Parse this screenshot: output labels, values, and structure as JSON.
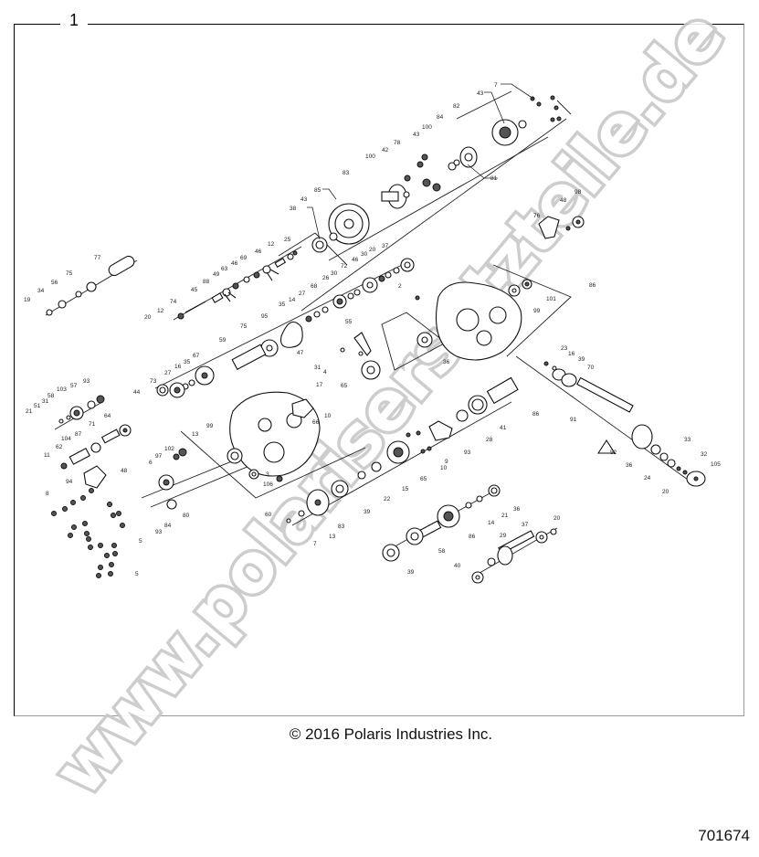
{
  "figure": {
    "number": "1",
    "copyright": "© 2016 Polaris Industries Inc.",
    "document_number": "701674",
    "watermark": "www.polarisersatzteile.de"
  },
  "colors": {
    "line": "#111111",
    "frame": "#000000",
    "watermark_outline": "#c8c8c8",
    "background": "#ffffff"
  },
  "callouts": {
    "top_assembly": [
      "7",
      "43",
      "82",
      "84",
      "100",
      "43",
      "78",
      "42",
      "100",
      "83",
      "81",
      "85",
      "43",
      "38"
    ],
    "shift_fork_group": [
      "25",
      "12",
      "46",
      "69",
      "46",
      "63",
      "49",
      "88",
      "45",
      "74",
      "12",
      "20"
    ],
    "left_shaft": [
      "77",
      "75",
      "56",
      "34",
      "19"
    ],
    "gear_row": [
      "37",
      "20",
      "30",
      "46",
      "72",
      "30",
      "26",
      "68",
      "27",
      "14",
      "35",
      "95",
      "75",
      "59",
      "67",
      "35",
      "16",
      "27",
      "73",
      "44"
    ],
    "right_housing": [
      "76",
      "48",
      "98",
      "2",
      "101",
      "99",
      "86",
      "36"
    ],
    "mid_parts": [
      "55",
      "47",
      "31",
      "4",
      "65"
    ],
    "left_lower_group": [
      "93",
      "57",
      "103",
      "58",
      "31",
      "51",
      "21",
      "64",
      "71",
      "87",
      "104",
      "62",
      "11",
      "48",
      "94",
      "8"
    ],
    "main_housing": [
      "17",
      "10",
      "66",
      "99",
      "13",
      "102",
      "97",
      "6",
      "3",
      "106",
      "60",
      "80",
      "84",
      "93",
      "5",
      "5"
    ],
    "output_shaft_right": [
      "23",
      "16",
      "39",
      "70",
      "91",
      "52",
      "33",
      "32",
      "105",
      "36",
      "24",
      "20"
    ],
    "center_shaft": [
      "86",
      "41",
      "28",
      "93",
      "9",
      "10",
      "65",
      "15",
      "22",
      "39",
      "83",
      "13",
      "7"
    ],
    "lower_gears": [
      "36",
      "21",
      "14",
      "86",
      "58",
      "39",
      "20",
      "37",
      "29",
      "40"
    ]
  }
}
